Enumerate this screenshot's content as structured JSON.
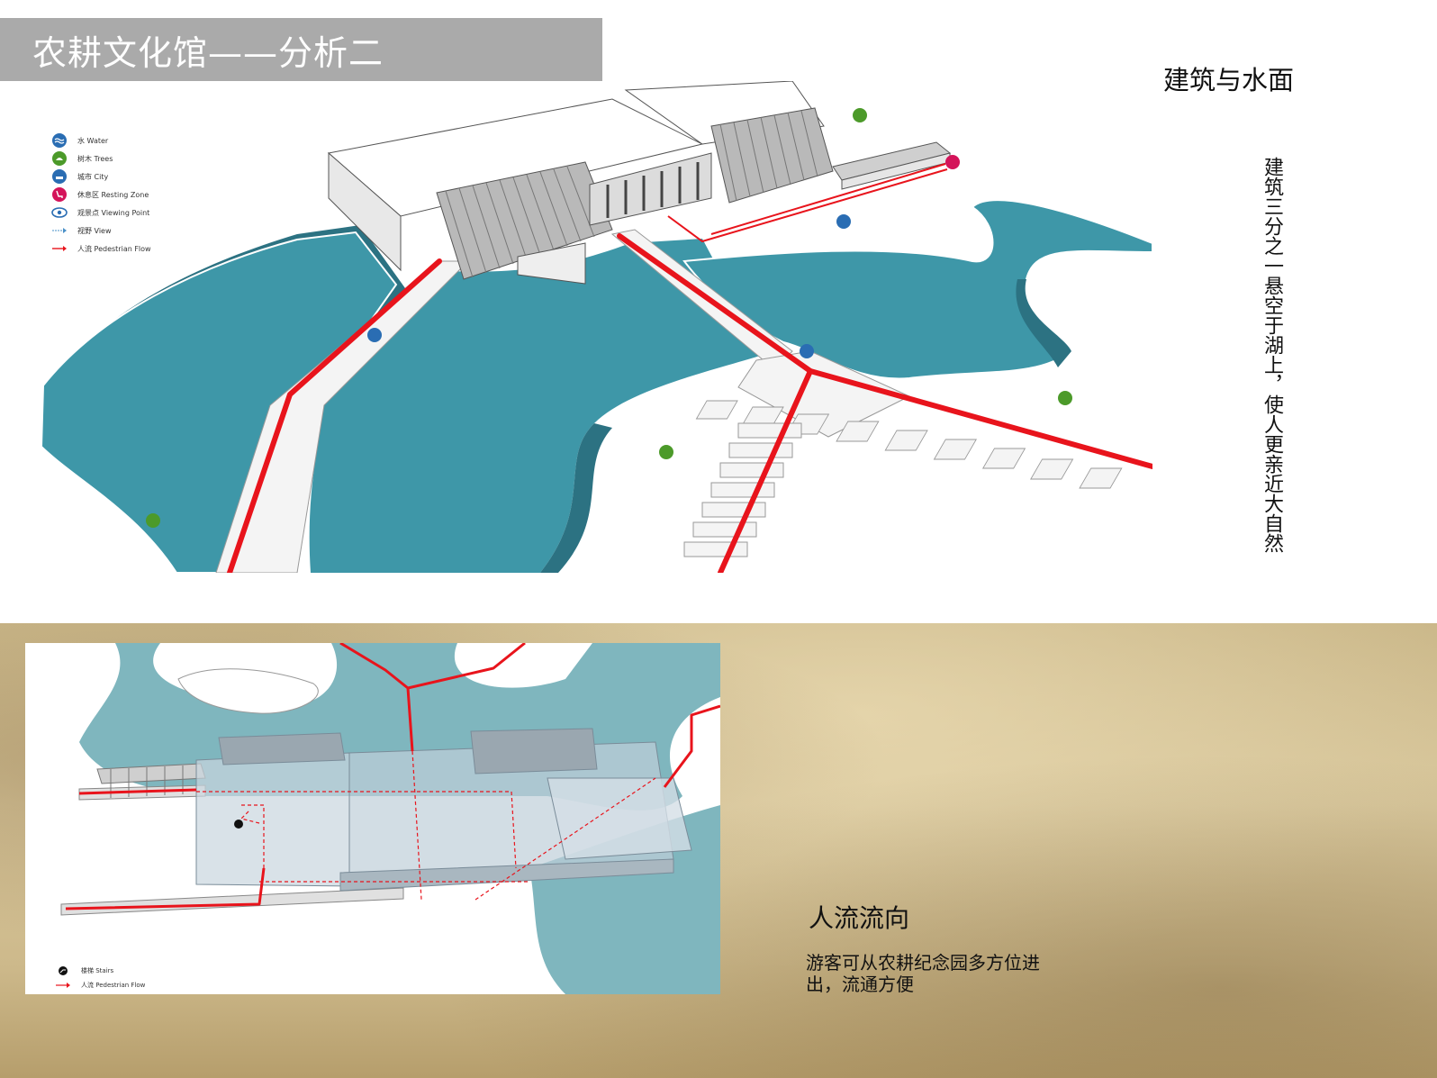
{
  "header": {
    "title": "农耕文化馆——分析二"
  },
  "section_top": {
    "heading": "建筑与水面",
    "description": "建筑三分之一悬空于湖上，使人更亲近大自然"
  },
  "legend_top": {
    "items": [
      {
        "icon": "water-icon",
        "label": "水 Water",
        "color": "#2a6db3"
      },
      {
        "icon": "tree-icon",
        "label": "树木 Trees",
        "color": "#4c9a2a"
      },
      {
        "icon": "city-icon",
        "label": "城市 City",
        "color": "#2a6db3"
      },
      {
        "icon": "resting-zone-icon",
        "label": "休息区 Resting Zone",
        "color": "#d4145a"
      },
      {
        "icon": "viewing-point-icon",
        "label": "观景点 Viewing Point",
        "color": "#2a6db3"
      },
      {
        "icon": "view-arrow-icon",
        "label": "视野 View",
        "color": "#4a90c8"
      },
      {
        "icon": "pedestrian-flow-icon",
        "label": "人流 Pedestrian Flow",
        "color": "#e8141c"
      }
    ]
  },
  "section_bottom": {
    "heading": "人流流向",
    "description": "游客可从农耕纪念园多方位进出，流通方便"
  },
  "legend_bottom": {
    "items": [
      {
        "icon": "stairs-icon",
        "label": "楼梯 Stairs"
      },
      {
        "icon": "pedestrian-flow-icon",
        "label": "人流 Pedestrian Flow"
      }
    ]
  },
  "colors": {
    "water": "#3e97a8",
    "water_dark": "#2c7282",
    "flow": "#e8141c",
    "title_bar": "#aaaaaa",
    "paper": "#d4c295"
  }
}
